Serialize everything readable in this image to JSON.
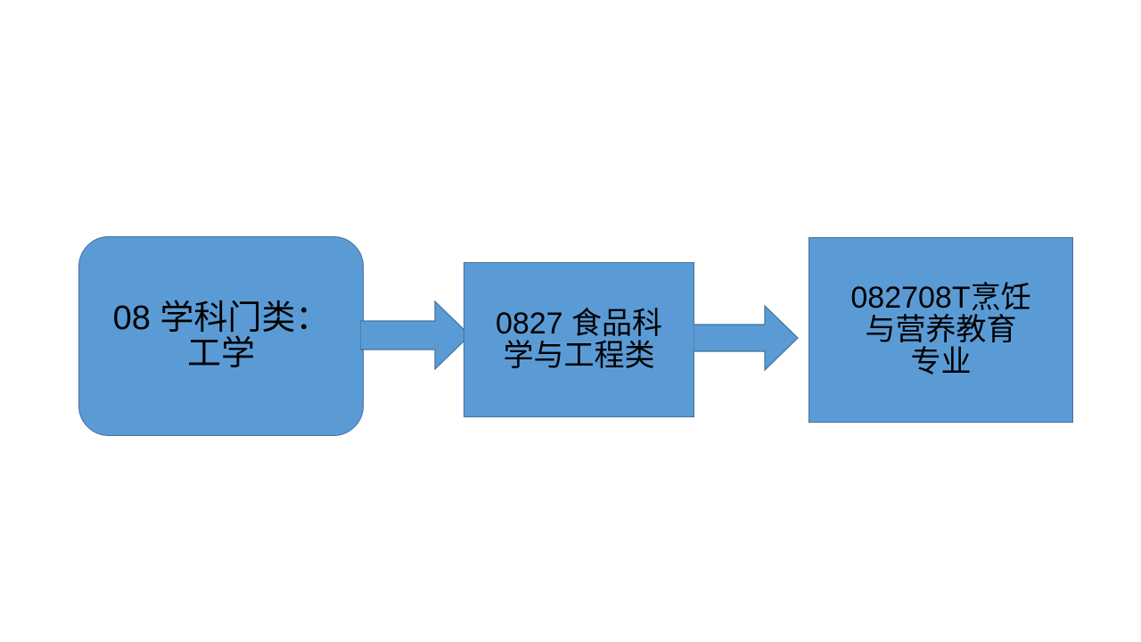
{
  "slide": {
    "background_color": "#FFFFFF",
    "node_fill_color": "#5B9BD5",
    "node_border_color": "#41719C",
    "text_color": "#000000"
  },
  "diagram": {
    "type": "flowchart",
    "direction": "left-to-right",
    "nodes": [
      {
        "id": "discipline",
        "shape": "rounded-rectangle",
        "label": "08 学科门类：\n工学"
      },
      {
        "id": "category",
        "shape": "rectangle",
        "label": "0827 食品科\n学与工程类"
      },
      {
        "id": "major",
        "shape": "rectangle",
        "label": "082708T烹饪\n与营养教育\n专业"
      }
    ],
    "connectors": [
      {
        "id": "arrow-1",
        "from": "discipline",
        "to": "category",
        "shape": "right-arrow"
      },
      {
        "id": "arrow-2",
        "from": "category",
        "to": "major",
        "shape": "right-arrow"
      }
    ]
  }
}
